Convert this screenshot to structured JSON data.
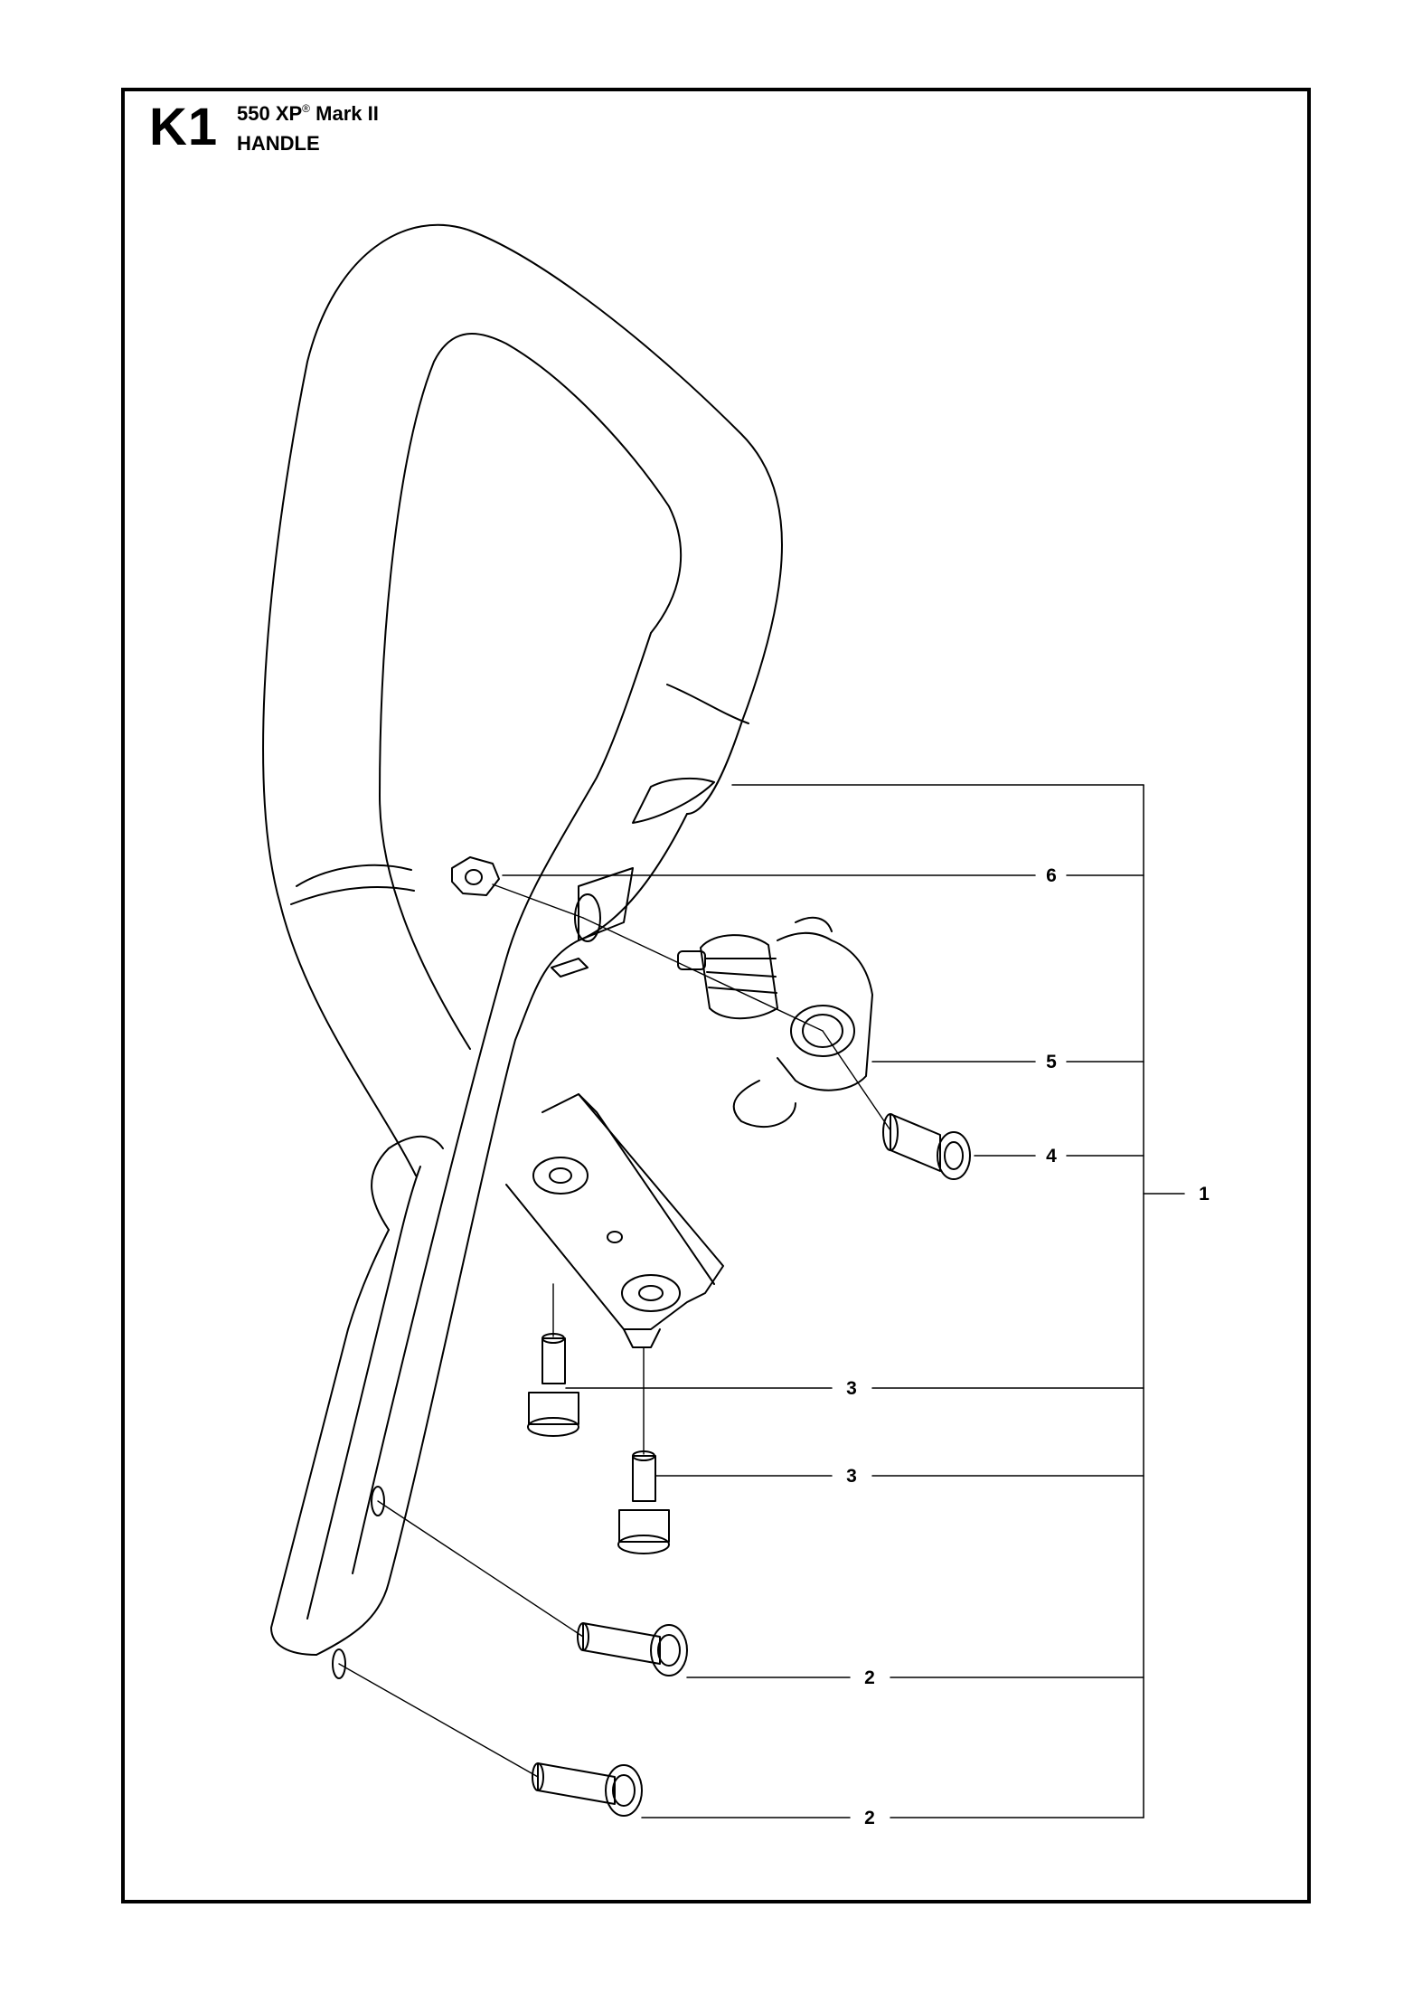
{
  "header": {
    "page_code": "K1",
    "model_prefix": "550 XP",
    "model_mark": "®",
    "model_suffix": "Mark II",
    "section": "HANDLE"
  },
  "callouts": [
    {
      "id": "c6",
      "label": "6"
    },
    {
      "id": "c5",
      "label": "5"
    },
    {
      "id": "c4",
      "label": "4"
    },
    {
      "id": "c1",
      "label": "1"
    },
    {
      "id": "c3a",
      "label": "3"
    },
    {
      "id": "c3b",
      "label": "3"
    },
    {
      "id": "c2a",
      "label": "2"
    },
    {
      "id": "c2b",
      "label": "2"
    }
  ],
  "parts": [
    {
      "name": "handle-bar"
    },
    {
      "name": "mounting-bracket"
    },
    {
      "name": "nut"
    },
    {
      "name": "vibration-damper"
    },
    {
      "name": "screw"
    },
    {
      "name": "bolt-short"
    },
    {
      "name": "bolt-long"
    }
  ]
}
